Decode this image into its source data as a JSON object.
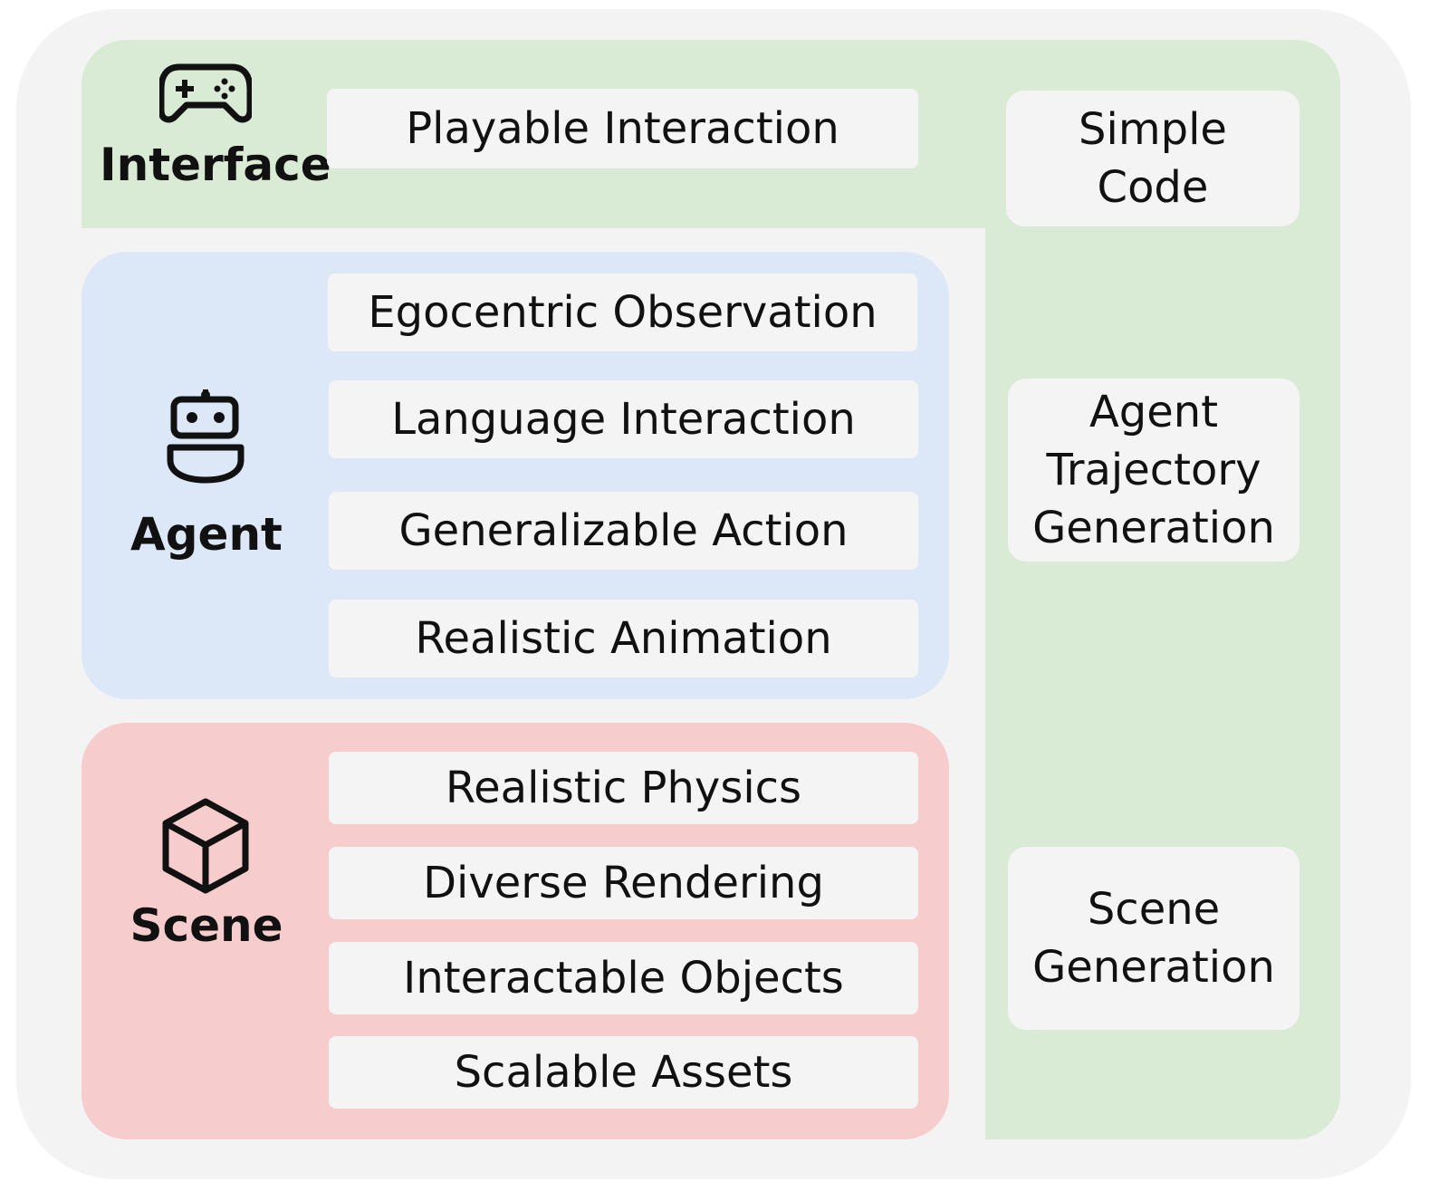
{
  "sections": {
    "interface": {
      "label": "Interface",
      "icon": "gamepad-icon",
      "color": "#d9ead5",
      "items": [
        "Playable Interaction"
      ]
    },
    "agent": {
      "label": "Agent",
      "icon": "robot-icon",
      "color": "#dce7f8",
      "items": [
        "Egocentric Observation",
        "Language Interaction",
        "Generalizable Action",
        "Realistic Animation"
      ]
    },
    "scene": {
      "label": "Scene",
      "icon": "cube-icon",
      "color": "#f6cccc",
      "items": [
        "Realistic Physics",
        "Diverse Rendering",
        "Interactable Objects",
        "Scalable Assets"
      ]
    }
  },
  "side": {
    "simple_code": [
      "Simple",
      "Code"
    ],
    "agent_trajectory": [
      "Agent",
      "Trajectory",
      "Generation"
    ],
    "scene_generation": [
      "Scene",
      "Generation"
    ]
  }
}
